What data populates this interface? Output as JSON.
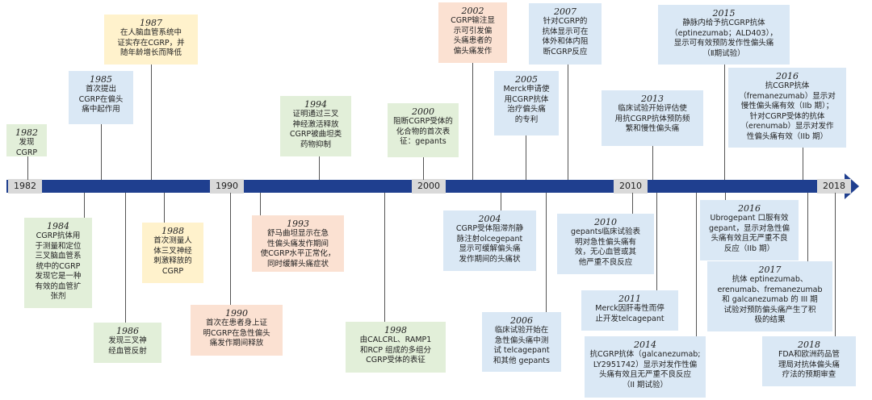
{
  "axis": {
    "ticks": [
      "1982",
      "1990",
      "2000",
      "2010",
      "2018"
    ]
  },
  "events": [
    {
      "id": "e1982",
      "year": "1982",
      "text": "发现CGRP"
    },
    {
      "id": "e1985",
      "year": "1985",
      "text": "首次提出\nCGRP在偏头\n痛中起作用"
    },
    {
      "id": "e1987",
      "year": "1987",
      "text": "在人脑血管系统中\n证实存在CGRP，并\n随年龄增长而降低"
    },
    {
      "id": "e1994",
      "year": "1994",
      "text": "证明通过三叉\n神经激活释放\nCGRP被曲坦类\n药物抑制"
    },
    {
      "id": "e2000",
      "year": "2000",
      "text": "阻断CGRP受体的\n化合物的首次表\n征：gepants"
    },
    {
      "id": "e2002",
      "year": "2002",
      "text": "CGRP输注显\n示可引发偏\n头痛患者的\n偏头痛发作"
    },
    {
      "id": "e2005",
      "year": "2005",
      "text": "Merck申请使\n用CGRP抗体\n治疗偏头痛\n的专利"
    },
    {
      "id": "e2007",
      "year": "2007",
      "text": "针对CGRP的\n抗体显示可在\n体外和体内阻\n断CGRP反应"
    },
    {
      "id": "e2013",
      "year": "2013",
      "text": "临床试验开始评估使\n用抗CGRP抗体预防频\n繁和慢性偏头痛"
    },
    {
      "id": "e2015",
      "year": "2015",
      "text": "静脉内给予抗CGRP抗体\n（eptinezumab；ALD403），\n显示可有效预防发作性偏头痛\n（Ⅱ期试验）"
    },
    {
      "id": "e2016a",
      "year": "2016",
      "text": "抗CGRP抗体\n（fremanezumab）显示对\n慢性偏头痛有效（IIb 期）；\n针对CGRP受体的抗体\n（erenumab）显示对发作\n性偏头痛有效（IIb 期）"
    },
    {
      "id": "e1984",
      "year": "1984",
      "text": "CGRP抗体用\n于测量和定位\n三叉脑血管系\n统中的CGRP\n发现它是一种\n有效的血管扩\n张剂"
    },
    {
      "id": "e1986",
      "year": "1986",
      "text": "发现三叉神\n经血管反射"
    },
    {
      "id": "e1988",
      "year": "1988",
      "text": "首次测量人\n体三叉神经\n刺激释放的\nCGRP"
    },
    {
      "id": "e1990",
      "year": "1990",
      "text": "首次在患者身上证\n明CGRP在急性偏头\n痛发作期间释放"
    },
    {
      "id": "e1993",
      "year": "1993",
      "text": "舒马曲坦显示在急\n性偏头痛发作期间\n使CGRP水平正常化，\n同时缓解头痛症状"
    },
    {
      "id": "e1998",
      "year": "1998",
      "text": "由CALCRL、RAMP1\n和RCP 组成的多组分\nCGRP受体的表征"
    },
    {
      "id": "e2004",
      "year": "2004",
      "text": "CGRP受体阻滞剂静\n脉注射olcegepant\n显示可缓解偏头痛\n发作期间的头痛状"
    },
    {
      "id": "e2006",
      "year": "2006",
      "text": "临床试验开始在\n急性偏头痛中测\n试 telcagepant\n和其他 gepants"
    },
    {
      "id": "e2010",
      "year": "2010",
      "text": "gepants临床试验表\n明对急性偏头痛有\n效，无心血管或其\n他严重不良反应"
    },
    {
      "id": "e2011",
      "year": "2011",
      "text": "Merck因肝毒性而停\n止开发telcagepant"
    },
    {
      "id": "e2014",
      "year": "2014",
      "text": "抗CGRP抗体（galcanezumab;\nLY2951742）显示对发作性偏\n头痛有效且无严重不良反应\n（II 期试验）"
    },
    {
      "id": "e2016b",
      "year": "2016",
      "text": "Ubrogepant 口服有效\ngepant，显示对急性偏\n头痛有效且无严重不良\n反应（IIb 期）"
    },
    {
      "id": "e2017",
      "year": "2017",
      "text": "抗体 eptinezumab、\nerenumab、fremanezumab\n和 galcanezumab 的 III 期\n试验对预防偏头痛产生了积\n极的结果"
    },
    {
      "id": "e2018",
      "year": "2018",
      "text": "FDA和欧洲药品管\n理局对抗体偏头痛\n疗法的预期审查"
    }
  ],
  "colors": {
    "axis": "#1f3f8f",
    "yellow": "#fff2cc",
    "blue": "#dae8f5",
    "green": "#e2efd9",
    "pink": "#fbe1d2",
    "tick": "#d9d9d9"
  }
}
